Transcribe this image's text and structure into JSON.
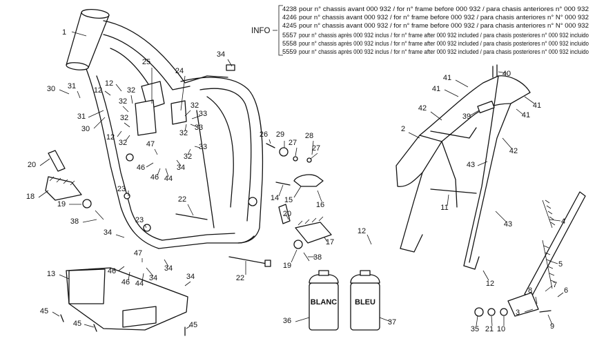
{
  "info": {
    "label": "INFO",
    "rows": [
      {
        "code": "4238",
        "text": "pour n° chassis avant 000 932 / for n° frame before 000 932 / para chasis anteriores n° 000 932"
      },
      {
        "code": "4246",
        "text": "pour n° chassis avant 000 932 / for n° frame before 000 932 / para chasis anteriores n° N° 000 932"
      },
      {
        "code": "4245",
        "text": "pour n° chassis avant 000 932 / for n° frame before 000 932 / para chasis anteriores n° N° 000 932"
      },
      {
        "code": "5557",
        "text": "pour n° chassis après 000 932 inclus / for n° frame after 000 932 included / para chasis posteriores n° 000 932 incluido"
      },
      {
        "code": "5558",
        "text": "pour n° chassis après 000 932 inclus / for n° frame after 000 932 included / para chasis posteriores n° 000 932 incluido"
      },
      {
        "code": "5559",
        "text": "pour n° chassis après 000 932 inclus / for n° frame after 000 932 included / para chasis posteriores n° 000 932 incluido"
      }
    ]
  },
  "cans": {
    "left_label": "BLANC",
    "right_label": "BLEU"
  },
  "callouts": [
    {
      "id": "c1",
      "text": "1"
    },
    {
      "id": "c2",
      "text": "2"
    },
    {
      "id": "c3",
      "text": "3"
    },
    {
      "id": "c4",
      "text": "4"
    },
    {
      "id": "c5",
      "text": "5"
    },
    {
      "id": "c6",
      "text": "6"
    },
    {
      "id": "c7",
      "text": "7"
    },
    {
      "id": "c8",
      "text": "8"
    },
    {
      "id": "c9",
      "text": "9"
    },
    {
      "id": "c10",
      "text": "10"
    },
    {
      "id": "c11",
      "text": "11"
    },
    {
      "id": "c12a",
      "text": "12"
    },
    {
      "id": "c12b",
      "text": "12"
    },
    {
      "id": "c12c",
      "text": "12"
    },
    {
      "id": "c12d",
      "text": "12"
    },
    {
      "id": "c12e",
      "text": "12"
    },
    {
      "id": "c13",
      "text": "13"
    },
    {
      "id": "c14",
      "text": "14"
    },
    {
      "id": "c15",
      "text": "15"
    },
    {
      "id": "c16",
      "text": "16"
    },
    {
      "id": "c17",
      "text": "17"
    },
    {
      "id": "c18",
      "text": "18"
    },
    {
      "id": "c19a",
      "text": "19"
    },
    {
      "id": "c19b",
      "text": "19"
    },
    {
      "id": "c20a",
      "text": "20"
    },
    {
      "id": "c20b",
      "text": "20"
    },
    {
      "id": "c21",
      "text": "21"
    },
    {
      "id": "c22a",
      "text": "22"
    },
    {
      "id": "c22b",
      "text": "22"
    },
    {
      "id": "c23a",
      "text": "23"
    },
    {
      "id": "c23b",
      "text": "23"
    },
    {
      "id": "c24",
      "text": "24"
    },
    {
      "id": "c25",
      "text": "25"
    },
    {
      "id": "c26",
      "text": "26"
    },
    {
      "id": "c27a",
      "text": "27"
    },
    {
      "id": "c27b",
      "text": "27"
    },
    {
      "id": "c28",
      "text": "28"
    },
    {
      "id": "c29",
      "text": "29"
    },
    {
      "id": "c30a",
      "text": "30"
    },
    {
      "id": "c30b",
      "text": "30"
    },
    {
      "id": "c31a",
      "text": "31"
    },
    {
      "id": "c31b",
      "text": "31"
    },
    {
      "id": "c32a",
      "text": "32"
    },
    {
      "id": "c32b",
      "text": "32"
    },
    {
      "id": "c32c",
      "text": "32"
    },
    {
      "id": "c32d",
      "text": "32"
    },
    {
      "id": "c32e",
      "text": "32"
    },
    {
      "id": "c32f",
      "text": "32"
    },
    {
      "id": "c32g",
      "text": "32"
    },
    {
      "id": "c33a",
      "text": "33"
    },
    {
      "id": "c33b",
      "text": "33"
    },
    {
      "id": "c33c",
      "text": "33"
    },
    {
      "id": "c34a",
      "text": "34"
    },
    {
      "id": "c34b",
      "text": "34"
    },
    {
      "id": "c34c",
      "text": "34"
    },
    {
      "id": "c34d",
      "text": "34"
    },
    {
      "id": "c34e",
      "text": "34"
    },
    {
      "id": "c34f",
      "text": "34"
    },
    {
      "id": "c35",
      "text": "35"
    },
    {
      "id": "c36",
      "text": "36"
    },
    {
      "id": "c37",
      "text": "37"
    },
    {
      "id": "c38a",
      "text": "38"
    },
    {
      "id": "c38b",
      "text": "38"
    },
    {
      "id": "c39",
      "text": "39"
    },
    {
      "id": "c40",
      "text": "40"
    },
    {
      "id": "c41a",
      "text": "41"
    },
    {
      "id": "c41b",
      "text": "41"
    },
    {
      "id": "c41c",
      "text": "41"
    },
    {
      "id": "c41d",
      "text": "41"
    },
    {
      "id": "c42a",
      "text": "42"
    },
    {
      "id": "c42b",
      "text": "42"
    },
    {
      "id": "c43a",
      "text": "43"
    },
    {
      "id": "c43b",
      "text": "43"
    },
    {
      "id": "c44a",
      "text": "44"
    },
    {
      "id": "c44b",
      "text": "44"
    },
    {
      "id": "c45a",
      "text": "45"
    },
    {
      "id": "c45b",
      "text": "45"
    },
    {
      "id": "c45c",
      "text": "45"
    },
    {
      "id": "c46a",
      "text": "46"
    },
    {
      "id": "c46b",
      "text": "46"
    },
    {
      "id": "c46c",
      "text": "46"
    },
    {
      "id": "c46d",
      "text": "46"
    },
    {
      "id": "c47a",
      "text": "47"
    },
    {
      "id": "c47b",
      "text": "47"
    }
  ]
}
